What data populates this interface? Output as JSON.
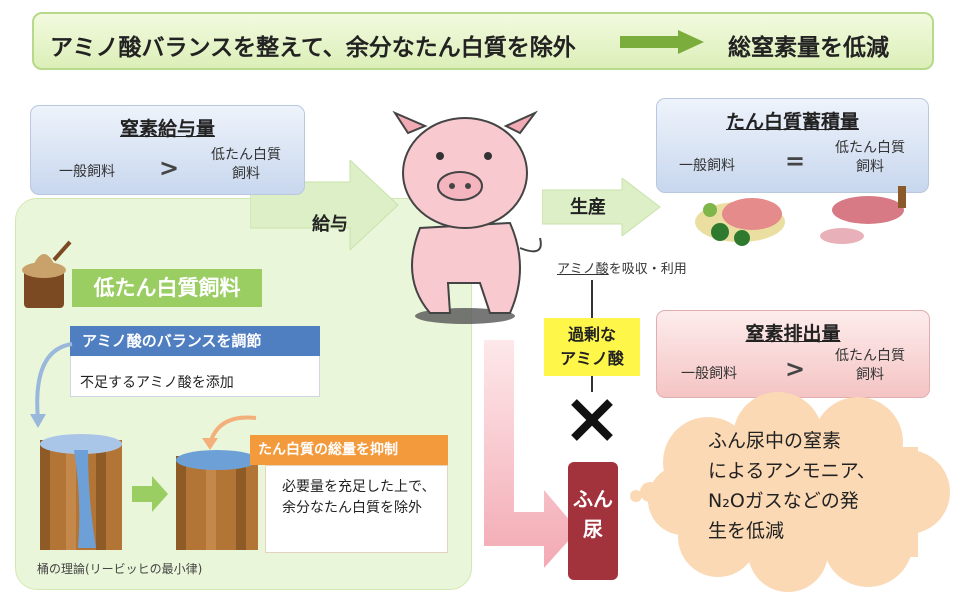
{
  "banner": {
    "left_text": "アミノ酸バランスを整えて、余分なたん白質を除外",
    "right_text": "総窒素量を低減"
  },
  "supply": {
    "title": "窒素給与量",
    "left": "一般飼料",
    "symbol": ">",
    "right_line1": "低たん白質",
    "right_line2": "飼料"
  },
  "accumulation": {
    "title": "たん白質蓄積量",
    "left": "一般飼料",
    "symbol": "=",
    "right_line1": "低たん白質",
    "right_line2": "飼料"
  },
  "excretion": {
    "title": "窒素排出量",
    "left": "一般飼料",
    "symbol": ">",
    "right_line1": "低たん白質",
    "right_line2": "飼料"
  },
  "labels": {
    "feed": "給与",
    "production": "生産",
    "absorb_underlined": "アミノ酸",
    "absorb_rest": "を吸収・利用",
    "excess_line1": "過剰な",
    "excess_line2": "アミノ酸",
    "urine_line1": "ふん",
    "urine_line2": "尿"
  },
  "low_protein": {
    "label": "低たん白質飼料",
    "amino_title": "アミノ酸のバランスを調節",
    "amino_text": "不足するアミノ酸を添加",
    "total_title": "たん白質の総量を抑制",
    "total_text": "必要量を充足した上で、余分なたん白質を除外",
    "caption": "桶の理論(リービッヒの最小律)"
  },
  "cloud": {
    "line1": "ふん尿中の窒素",
    "line2": "によるアンモニア、",
    "line3": "N₂Oガスなどの発",
    "line4": "生を低減"
  },
  "colors": {
    "banner_bg": "#dcefb8",
    "green_panel": "#eaf6d9",
    "blue_box": "#c8d7ee",
    "pink_box": "#f5c4c4",
    "amino_blue": "#4f7fc1",
    "orange": "#f39a3c",
    "yellow": "#fff64a",
    "urine_red": "#a2333d",
    "cloud": "#fbd9b5",
    "pig": "#f8c9cf"
  }
}
